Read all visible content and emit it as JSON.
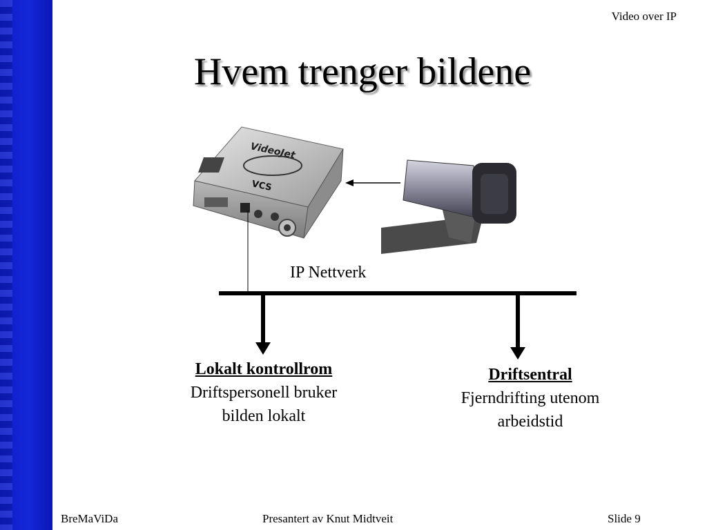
{
  "header": {
    "label": "Video over IP"
  },
  "title": "Hvem trenger bildene",
  "device": {
    "brand": "VideoJet",
    "maker": "VCS"
  },
  "network": {
    "label": "IP Nettverk"
  },
  "nodes": [
    {
      "title": "Lokalt kontrollrom",
      "lines": [
        "Driftspersonell bruker",
        "bilden lokalt"
      ]
    },
    {
      "title": "Driftsentral",
      "lines": [
        "Fjerndrifting utenom",
        "arbeidstid"
      ]
    }
  ],
  "footer": {
    "left": "BreMaViDa",
    "center": "Presantert av Knut Midtveit",
    "right": "Slide 9"
  },
  "colors": {
    "sidebar": "#1428d8",
    "line": "#000000"
  }
}
